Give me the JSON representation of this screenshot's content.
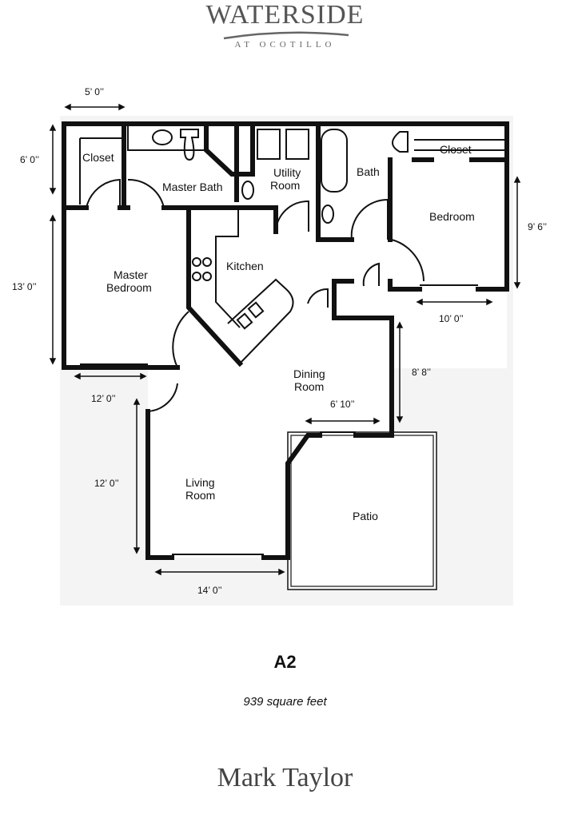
{
  "header": {
    "logo_title": "WATERSIDE",
    "logo_subtitle": "AT OCOTILLO"
  },
  "rooms": {
    "closet_left": "Closet",
    "master_bath": "Master Bath",
    "utility_1": "Utility",
    "utility_2": "Room",
    "bath": "Bath",
    "closet_right": "Closet",
    "bedroom": "Bedroom",
    "master_bedroom_1": "Master",
    "master_bedroom_2": "Bedroom",
    "kitchen": "Kitchen",
    "dining_1": "Dining",
    "dining_2": "Room",
    "living_1": "Living",
    "living_2": "Room",
    "patio": "Patio"
  },
  "dimensions": {
    "closet_width": "5’ 0’’",
    "closet_depth": "6’ 0’’",
    "master_depth": "13’ 0’’",
    "master_width": "12’ 0’’",
    "bedroom_depth": "9’ 6’’",
    "bedroom_width": "10’ 0’’",
    "dining_depth": "8’ 8’’",
    "dining_width": "6’ 10’’",
    "living_depth": "12’ 0’’",
    "living_width": "14’ 0’’"
  },
  "plan": {
    "name": "A2",
    "area": "939 square feet"
  },
  "footer": {
    "brand": "Mark Taylor"
  }
}
